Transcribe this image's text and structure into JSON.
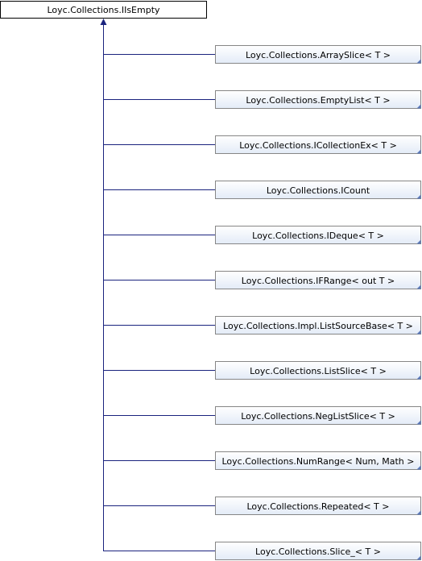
{
  "base_class": "Loyc.Collections.IIsEmpty",
  "derived_classes": [
    "Loyc.Collections.ArraySlice< T >",
    "Loyc.Collections.EmptyList< T >",
    "Loyc.Collections.ICollectionEx< T >",
    "Loyc.Collections.ICount",
    "Loyc.Collections.IDeque< T >",
    "Loyc.Collections.IFRange< out T >",
    "Loyc.Collections.Impl.ListSourceBase< T >",
    "Loyc.Collections.ListSlice< T >",
    "Loyc.Collections.NegListSlice< T >",
    "Loyc.Collections.NumRange< Num, Math >",
    "Loyc.Collections.Repeated< T >",
    "Loyc.Collections.Slice_< T >"
  ],
  "colors": {
    "edge": "#1a237e",
    "box_border": "#868686",
    "box_fill_top": "#ffffff",
    "box_fill_bottom": "#e3ebf7",
    "corner_mark": "#5a78b8",
    "base_border": "#000000"
  }
}
